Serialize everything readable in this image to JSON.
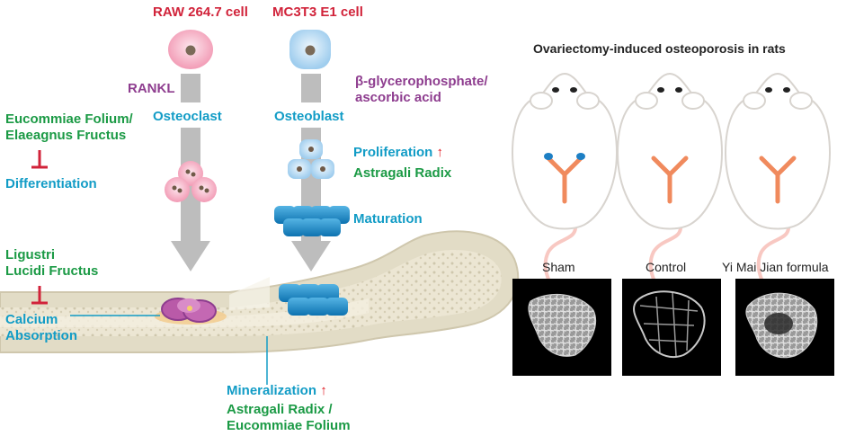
{
  "cells": {
    "raw": "RAW 264.7 cell",
    "mc3t3": "MC3T3 E1 cell"
  },
  "inducers": {
    "rankl": "RANKL",
    "beta_line1": "β-glycerophosphate/",
    "beta_line2": "ascorbic acid"
  },
  "stages": {
    "osteoclast": "Osteoclast",
    "osteoblast": "Osteoblast",
    "proliferation": "Proliferation",
    "maturation": "Maturation",
    "mineralization": "Mineralization"
  },
  "left_panel": {
    "herb1_line1": "Eucommiae Folium/",
    "herb1_line2": "Elaeagnus Fructus",
    "differentiation": "Differentiation",
    "herb2_line1": "Ligustri",
    "herb2_line2": "Lucidi Fructus",
    "calcium_line1": "Calcium",
    "calcium_line2": "Absorption"
  },
  "herbs": {
    "astragali": "Astragali Radix",
    "mineral_line1": "Astragali Radix /",
    "mineral_line2": "Eucommiae Folium"
  },
  "right_panel": {
    "title": "Ovariectomy-induced osteoporosis in rats",
    "groups": [
      "Sham",
      "Control",
      "Yi Mai Jian formula"
    ]
  },
  "arrow_glyph": "↑",
  "colors": {
    "title_red": "#d1233a",
    "purple": "#8e3d8f",
    "cyan": "#129cc6",
    "green": "#1b9a45",
    "arrow_gray": "#bdbdbd",
    "osteoclast_pink": "#f2a9be",
    "osteoblast_blue": "#1f8fc8",
    "rat_uterus": "#f08a5d"
  }
}
